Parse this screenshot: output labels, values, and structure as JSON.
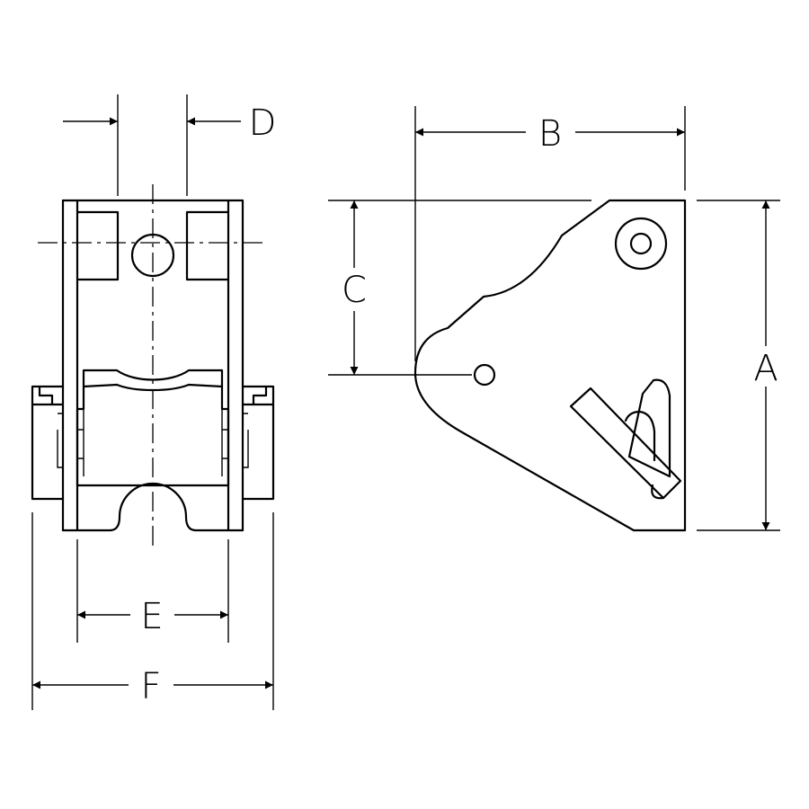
{
  "dimensions": {
    "A": "A",
    "B": "B",
    "C": "C",
    "D": "D",
    "E": "E",
    "F": "F"
  },
  "colors": {
    "stroke": "#000000",
    "background": "#ffffff"
  }
}
